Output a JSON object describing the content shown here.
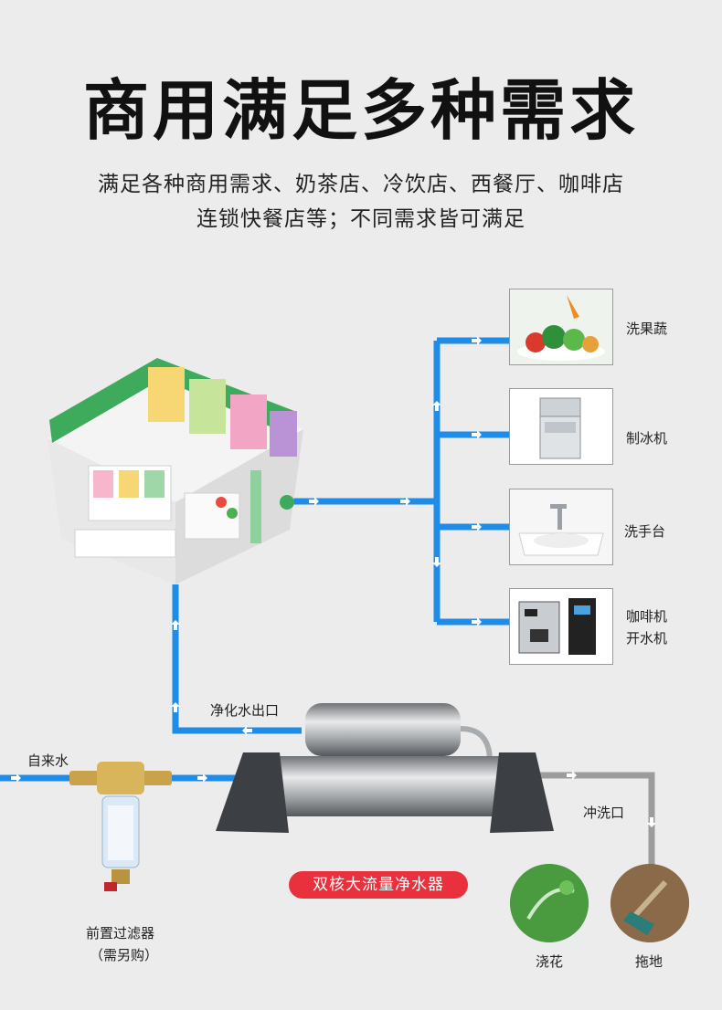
{
  "title": "商用满足多种需求",
  "subtitle_line1": "满足各种商用需求、奶茶店、冷饮店、西餐厅、咖啡店",
  "subtitle_line2": "连锁快餐店等；不同需求皆可满足",
  "outlets": [
    {
      "label": "洗果蔬",
      "icon": "vegetables-icon"
    },
    {
      "label": "制冰机",
      "icon": "ice-machine-icon"
    },
    {
      "label": "洗手台",
      "icon": "sink-icon"
    },
    {
      "label": "咖啡机",
      "label2": "开水机",
      "icon": "coffee-machine-icon"
    }
  ],
  "labels": {
    "purified_outlet": "净化水出口",
    "tap_water": "自来水",
    "flush_outlet": "冲洗口",
    "prefilter": "前置过滤器",
    "prefilter_note": "（需另购）",
    "watering": "浇花",
    "mopping": "拖地"
  },
  "product_badge": "双核大流量净水器",
  "colors": {
    "pipe": "#1f8de8",
    "drain_pipe": "#9c9c9c",
    "badge": "#e8313d",
    "shop_green": "#3eaa5c"
  }
}
